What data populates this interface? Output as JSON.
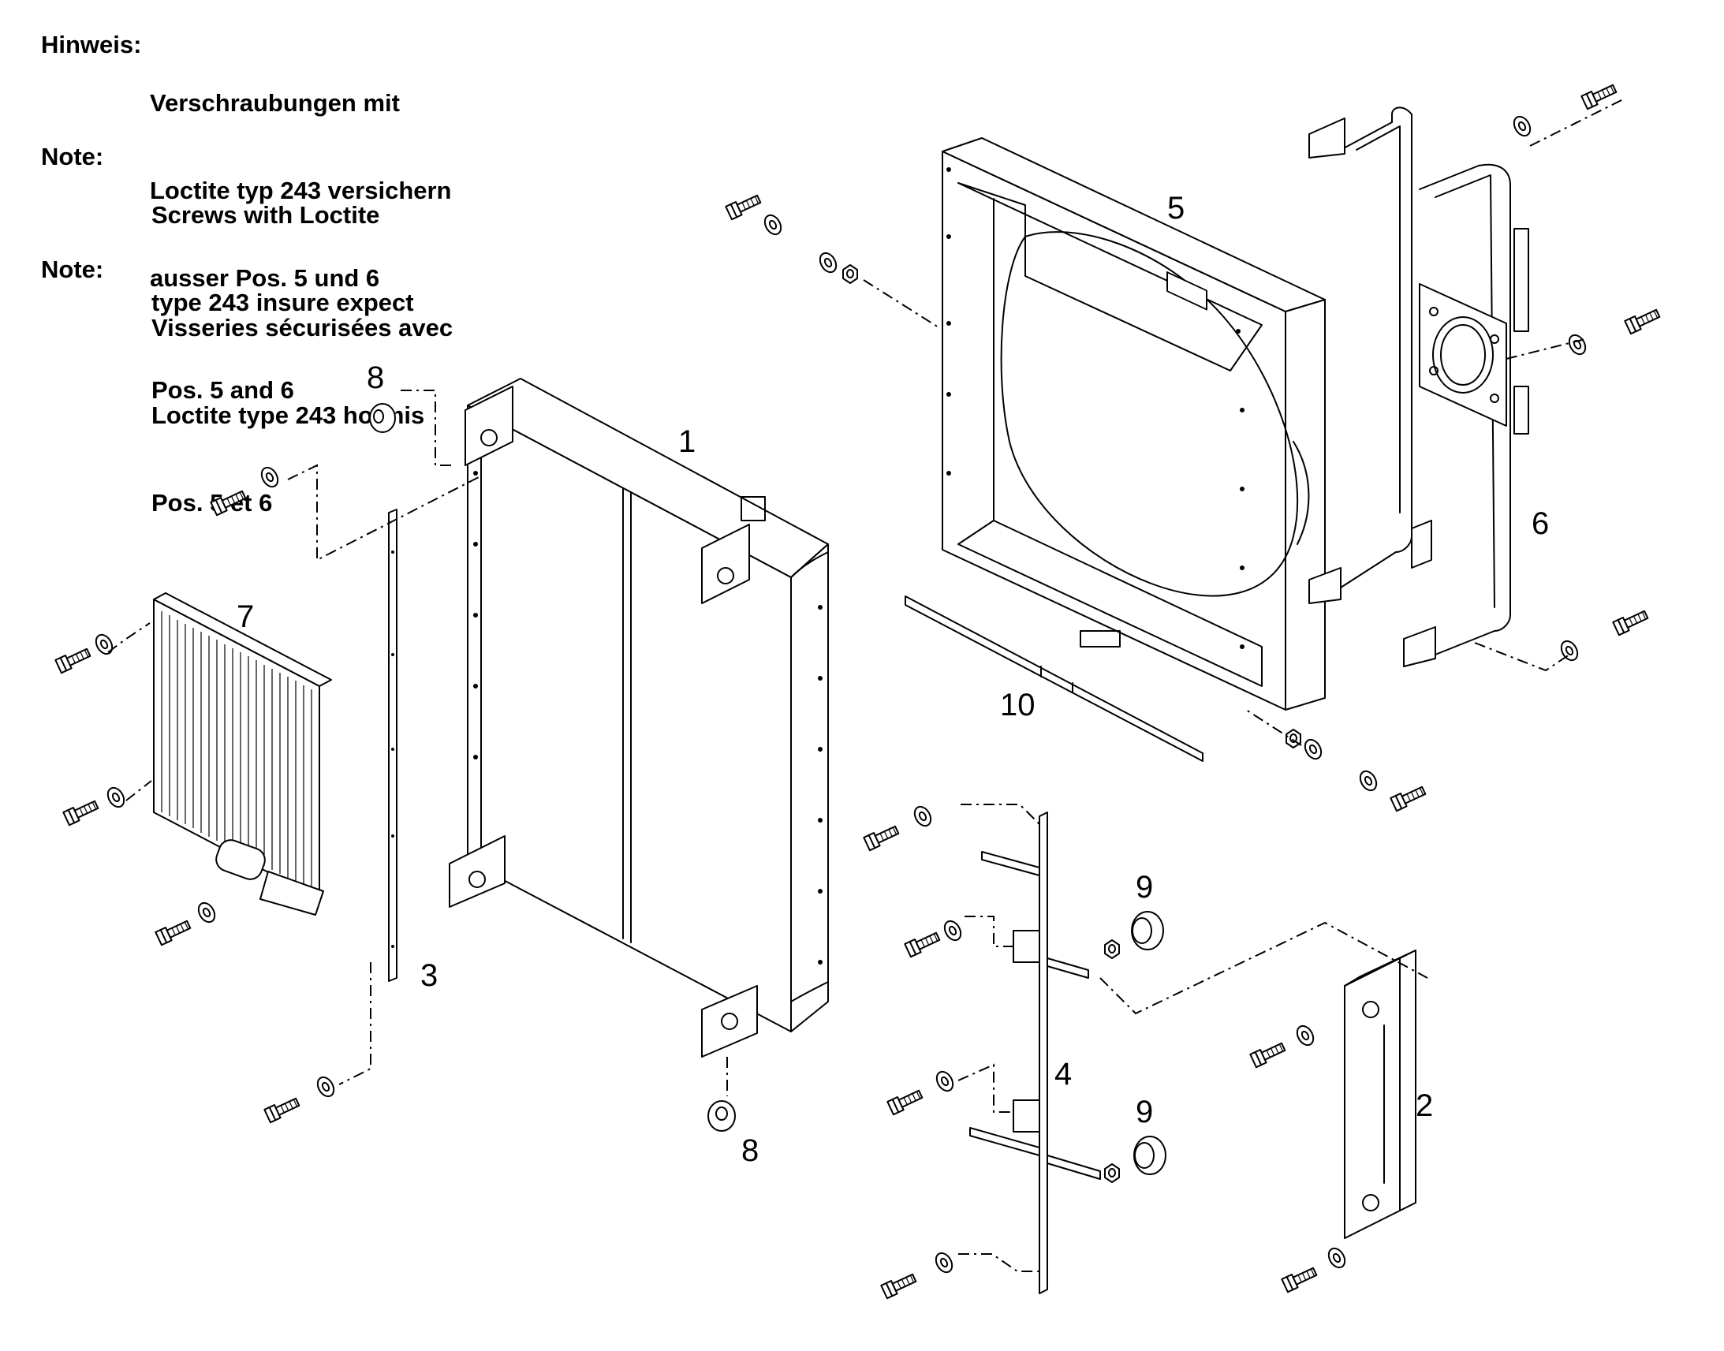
{
  "notes": {
    "de": {
      "label": "Hinweis:",
      "lines": [
        "Verschraubungen mit",
        "Loctite typ 243 versichern",
        "ausser Pos. 5 und 6"
      ]
    },
    "en": {
      "label": "Note:",
      "lines": [
        "Screws with Loctite",
        "type 243 insure expect",
        "Pos. 5 and 6"
      ]
    },
    "fr": {
      "label": "Note:",
      "lines": [
        "Visseries sécurisées avec",
        "Loctite type 243 hormis",
        "Pos. 5 et 6"
      ]
    }
  },
  "callouts": {
    "c1": "1",
    "c2": "2",
    "c3": "3",
    "c4": "4",
    "c5": "5",
    "c6": "6",
    "c7": "7",
    "c8a": "8",
    "c8b": "8",
    "c9a": "9",
    "c9b": "9",
    "c10": "10"
  }
}
